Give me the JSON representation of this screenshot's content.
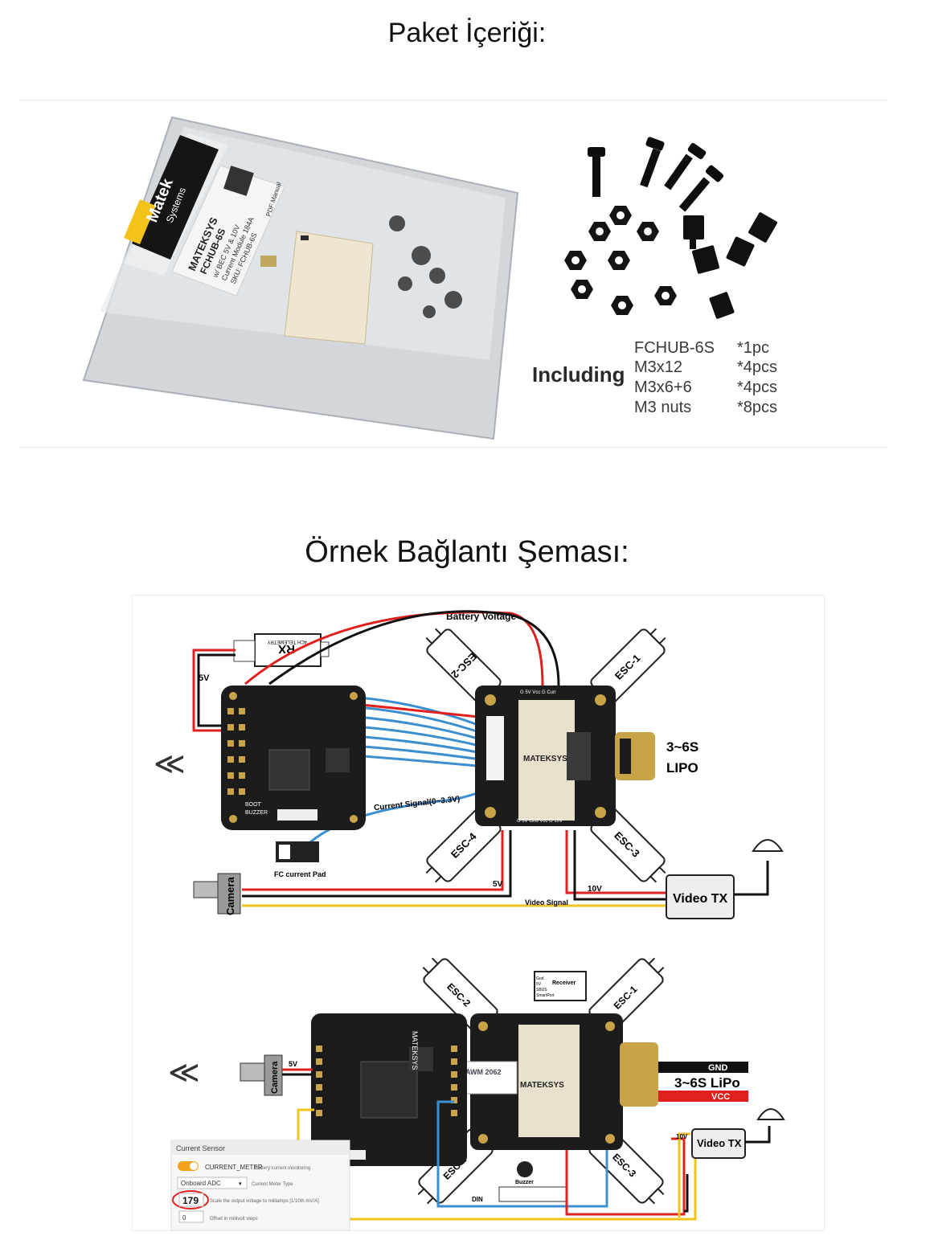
{
  "titles": {
    "package_contents": "Paket İçeriği:",
    "example_wiring": "Örnek Bağlantı Şeması:"
  },
  "package": {
    "bag_label": {
      "brand_line1": "Matek",
      "brand_line2": "Systems",
      "product_line1": "MATEKSYS",
      "product_line2": "FCHUB-6S",
      "product_line3": "w/ BEC 5V & 10V",
      "product_line4": "Current Module 184A",
      "product_line5": "SKU: FCHUB-6S",
      "manual": "PDF Manual"
    },
    "including_title": "Including",
    "items": [
      {
        "name": "FCHUB-6S",
        "qty": "*1pc"
      },
      {
        "name": "M3x12",
        "qty": "*4pcs"
      },
      {
        "name": "M3x6+6",
        "qty": "*4pcs"
      },
      {
        "name": "M3 nuts",
        "qty": "*8pcs"
      }
    ]
  },
  "diagram_top": {
    "battery_voltage": "Battery Voltage",
    "rx_label": "RX",
    "rx_sub": "4CH TELEMETRY",
    "v5_rx": "5V",
    "esc1": "ESC-1",
    "esc2": "ESC-2",
    "esc3": "ESC-3",
    "esc4": "ESC-4",
    "lipo_line1": "3~6S",
    "lipo_line2": "LIPO",
    "current_signal": "Current Signal(0~3.3V)",
    "boot": "BOOT",
    "buzzer": "BUZZER",
    "fc_pad": "FC current Pad",
    "camera": "Camera",
    "v5_cam": "5V",
    "v10": "10V",
    "video_signal": "Video Signal",
    "video_tx": "Video TX",
    "hub_brand": "MATEKSYS",
    "hub_pins_top": "G 5V Vcc G Curr",
    "hub_pins_bottom": "G 5V Gnd Vcc G 10V"
  },
  "diagram_bottom": {
    "esc1": "ESC-1",
    "esc2": "ESC-2",
    "esc3": "ESC-3",
    "esc4": "ESC-4",
    "receiver": "Receiver",
    "rx_pins": [
      "Gnd",
      "5V",
      "SBUS",
      "SmartPort"
    ],
    "gnd": "GND",
    "lipo": "3~6S LiPo",
    "vcc": "VCC",
    "camera": "Camera",
    "v5": "5V",
    "v10": "10V",
    "video_tx": "Video TX",
    "hub_brand": "MATEKSYS",
    "fc_brand": "MATEKSYS",
    "buzzer": "Buzzer",
    "din": "DIN",
    "awm": "AWM 2062"
  },
  "current_sensor_panel": {
    "title": "Current Sensor",
    "toggle_label": "CURRENT_METER",
    "toggle_desc": "Battery current monitoring",
    "select_value": "Onboard ADC",
    "select_desc": "Current Meter Type",
    "scale_value": "179",
    "scale_desc": "Scale the output voltage to milliamps [1/10th mV/A]",
    "offset_value": "0",
    "offset_desc": "Offset in millivolt steps"
  },
  "colors": {
    "board": "#1c1c1c",
    "pad": "#c9a347",
    "wire_red": "#e0201f",
    "wire_black": "#111111",
    "wire_blue": "#3b8fd0",
    "wire_yellow": "#f2c21b",
    "toggle": "#f4a21d"
  }
}
